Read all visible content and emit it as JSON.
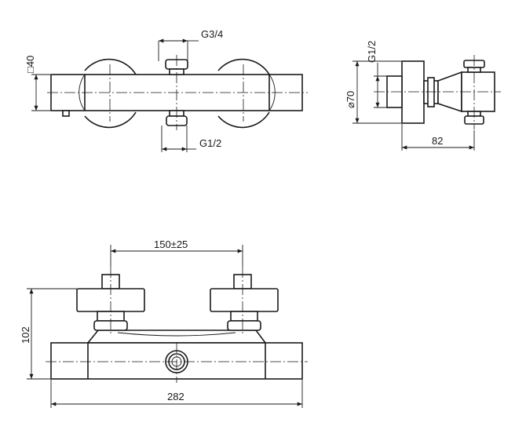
{
  "colors": {
    "line": "#1a1a1a",
    "background": "#ffffff"
  },
  "top_view": {
    "inlet_dim_top": "G3/4",
    "inlet_dim_bottom": "G1/2",
    "body_square_dim": "□40"
  },
  "side_view": {
    "outlet_dim": "G1/2",
    "diameter_dim": "⌀70",
    "depth_dim": "82"
  },
  "front_view": {
    "center_distance_dim": "150±25",
    "height_dim": "102",
    "width_dim": "282"
  }
}
